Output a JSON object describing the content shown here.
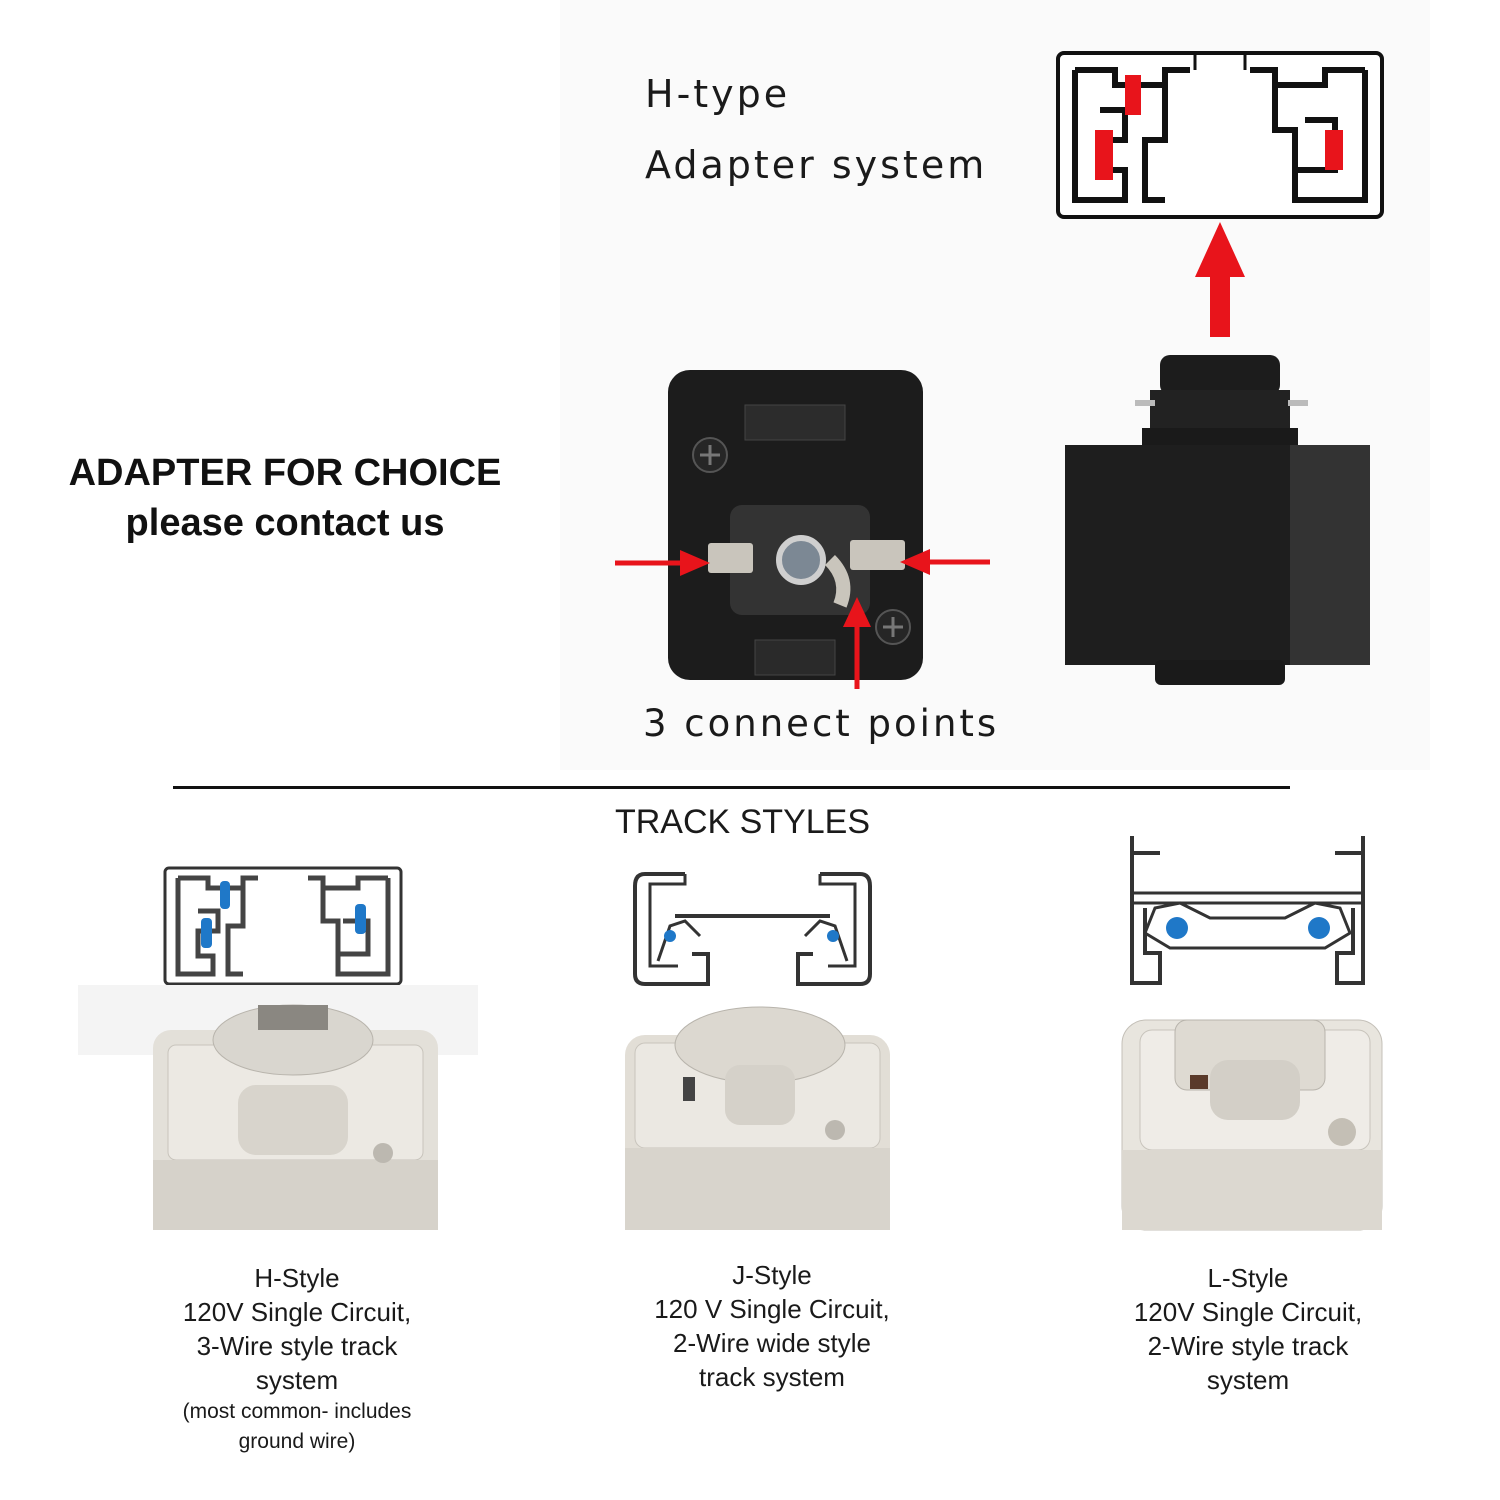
{
  "header": {
    "title_line1": "H-type",
    "title_line2": "Adapter system",
    "connect_points": "3 connect points"
  },
  "promo": {
    "line1": "ADAPTER FOR CHOICE",
    "line2": "please contact us"
  },
  "section_title": "TRACK STYLES",
  "tracks": [
    {
      "name": "H-Style",
      "line2": "120V Single Circuit,",
      "line3": "3-Wire style track",
      "line4": "system",
      "note_line1": "(most common- includes",
      "note_line2": "ground wire)"
    },
    {
      "name": "J-Style",
      "line2": "120 V Single Circuit,",
      "line3": "2-Wire wide style",
      "line4": "track system"
    },
    {
      "name": "L-Style",
      "line2": "120V Single Circuit,",
      "line3": "2-Wire style track",
      "line4": "system"
    }
  ],
  "colors": {
    "arrow": "#e8141b",
    "contact_red": "#e8141b",
    "contact_blue": "#1f78c8",
    "adapter_black": "#1c1c1c",
    "adapter_white": "#e4e1da"
  },
  "icons": [
    "h-track-profile-icon",
    "up-arrow-icon",
    "pointer-arrow-icon",
    "j-track-profile-icon",
    "l-track-profile-icon",
    "screw-icon"
  ]
}
